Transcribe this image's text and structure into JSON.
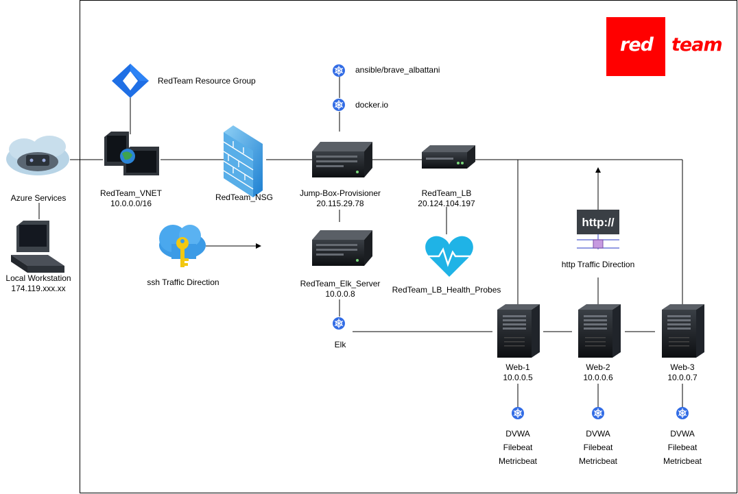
{
  "logo": {
    "word1": "red",
    "word2": "team",
    "color": "#ff0000"
  },
  "nodes": {
    "azure_services": "Azure Services",
    "local_workstation": {
      "name": "Local Workstation",
      "ip": "174.119.xxx.xx"
    },
    "resource_group": "RedTeam Resource Group",
    "vnet": {
      "name": "RedTeam_VNET",
      "ip": "10.0.0.0/16"
    },
    "nsg": "RedTeam_NSG",
    "ssh_traffic": "ssh Traffic Direction",
    "ansible": "ansible/brave_albattani",
    "docker": "docker.io",
    "jumpbox": {
      "name": "Jump-Box-Provisioner",
      "ip": "20.115.29.78"
    },
    "elk_server": {
      "name": "RedTeam_Elk_Server",
      "ip": "10.0.0.8"
    },
    "elk": "Elk",
    "lb": {
      "name": "RedTeam_LB",
      "ip": "20.124.104.197"
    },
    "health_probes": "RedTeam_LB_Health_Probes",
    "http_badge": "http://",
    "http_traffic": "http Traffic Direction",
    "web1": {
      "name": "Web-1",
      "ip": "10.0.0.5"
    },
    "web2": {
      "name": "Web-2",
      "ip": "10.0.0.6"
    },
    "web3": {
      "name": "Web-3",
      "ip": "10.0.0.7"
    },
    "containers": [
      "DVWA",
      "Filebeat",
      "Metricbeat"
    ]
  }
}
